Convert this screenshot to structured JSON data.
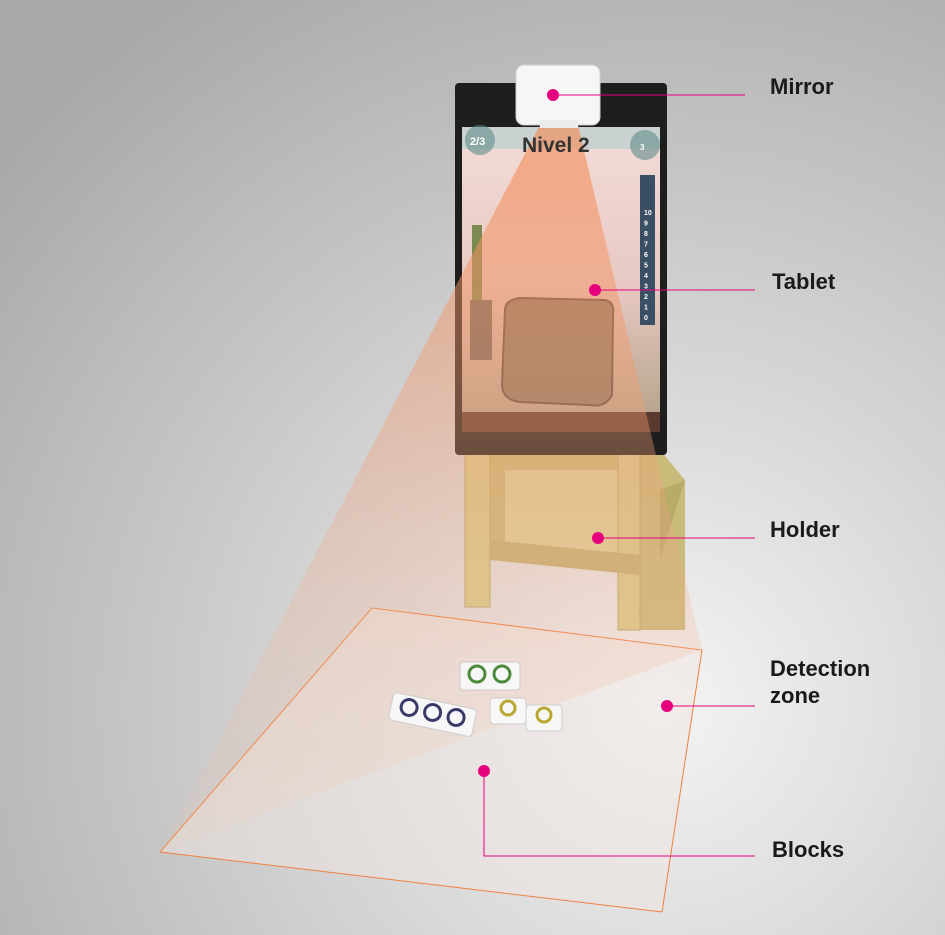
{
  "labels": {
    "mirror": "Mirror",
    "tablet": "Tablet",
    "holder": "Holder",
    "detection_zone_line1": "Detection",
    "detection_zone_line2": "zone",
    "blocks": "Blocks"
  },
  "tablet_screen": {
    "progress": "2/3",
    "level_title": "Nivel 2",
    "coins": "3",
    "ruler_ticks": [
      "10",
      "9",
      "8",
      "7",
      "6",
      "5",
      "4",
      "3",
      "2",
      "1",
      "0"
    ]
  },
  "colors": {
    "callout": "#e5007e",
    "zone_outline": "#f08040",
    "light_cone": "#f7a47a",
    "tablet_frame": "#1e1e1e",
    "holder_wood": "#d9cc8e"
  }
}
